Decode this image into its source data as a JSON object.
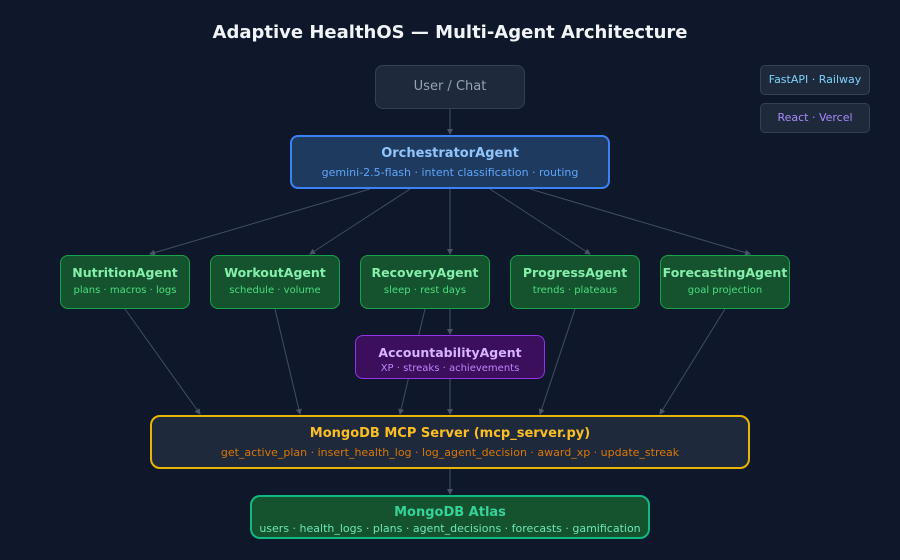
{
  "title": "Adaptive HealthOS — Multi-Agent Architecture",
  "user_node": {
    "label": "User / Chat"
  },
  "tags": {
    "api": "FastAPI · Railway",
    "ui": "React · Vercel"
  },
  "orchestrator": {
    "name": "OrchestratorAgent",
    "detail": "gemini-2.5-flash · intent classification · routing"
  },
  "agents": [
    {
      "name": "NutritionAgent",
      "detail": "plans · macros · logs"
    },
    {
      "name": "WorkoutAgent",
      "detail": "schedule · volume"
    },
    {
      "name": "RecoveryAgent",
      "detail": "sleep · rest days"
    },
    {
      "name": "ProgressAgent",
      "detail": "trends · plateaus"
    },
    {
      "name": "ForecastingAgent",
      "detail": "goal projection"
    }
  ],
  "accountability": {
    "name": "AccountabilityAgent",
    "detail": "XP · streaks · achievements"
  },
  "mcp_server": {
    "name": "MongoDB MCP Server (mcp_server.py)",
    "detail": "get_active_plan · insert_health_log · log_agent_decision · award_xp · update_streak"
  },
  "atlas": {
    "name": "MongoDB Atlas",
    "detail": "users · health_logs · plans · agent_decisions · forecasts · gamification"
  },
  "colors": {
    "background": "#0f172a",
    "orchestrator": "#3b82f6",
    "agents": "#16a34a",
    "accountability": "#9333ea",
    "mcp": "#eab308",
    "atlas": "#10b981",
    "edges": "#475569"
  }
}
